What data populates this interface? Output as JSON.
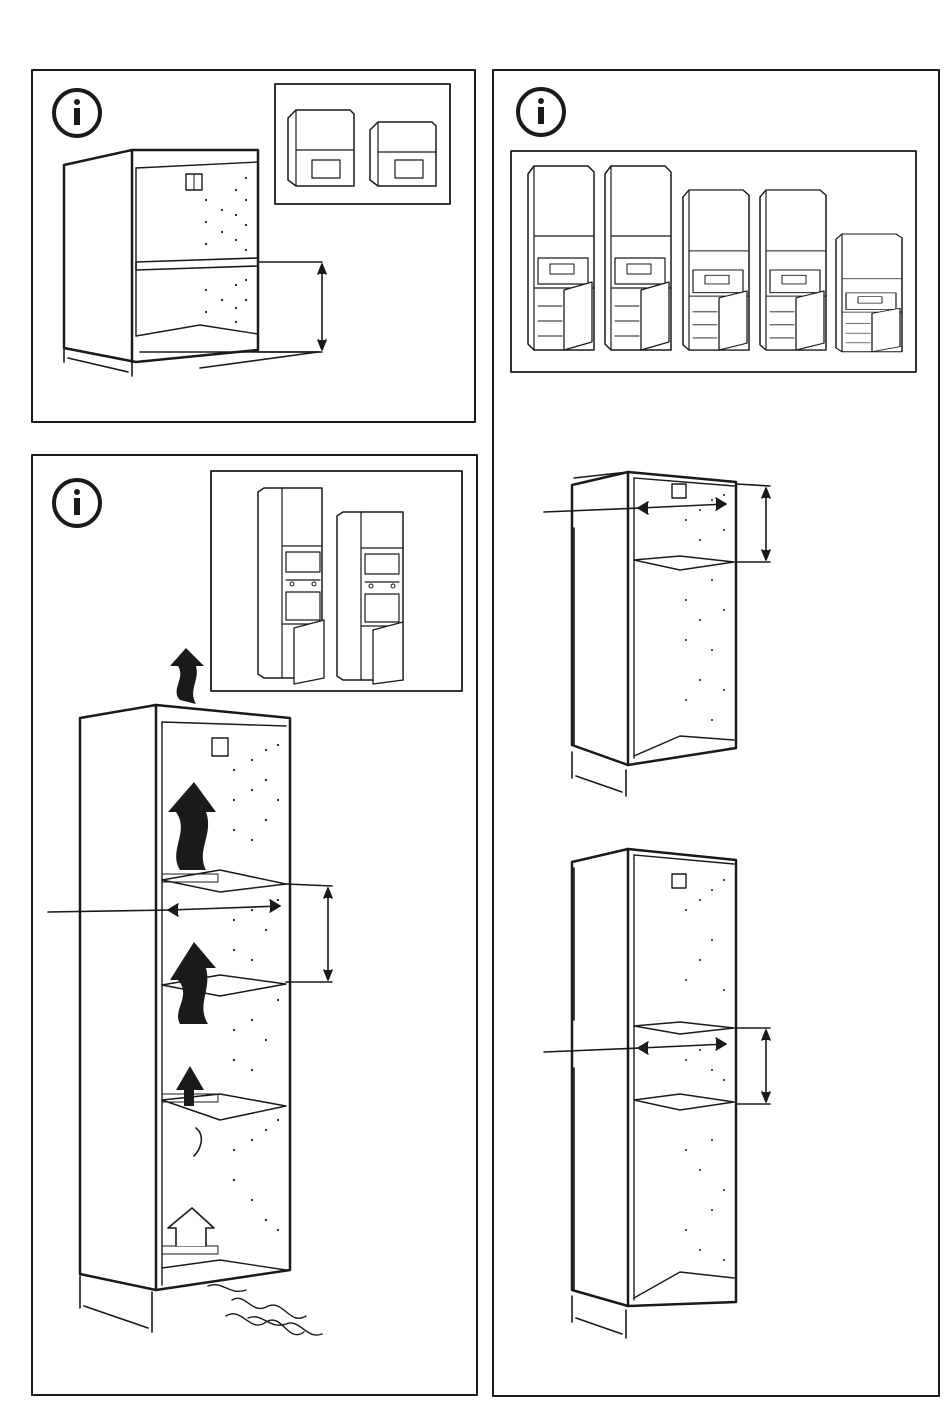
{
  "page": {
    "background": "#ffffff",
    "ink": "#1a1a1a"
  },
  "panels": [
    {
      "id": "microwave-wall-cabinet",
      "info_icon": "info-icon",
      "inset": "microwave-wall-cabinets-inset"
    },
    {
      "id": "high-cabinet-ventilation",
      "info_icon": "info-icon",
      "inset": "double-oven-high-cabinets-inset"
    },
    {
      "id": "high-cabinet-variants",
      "info_icon": "info-icon",
      "inset": "five-high-cabinets-inset"
    }
  ],
  "info_glyph": "i"
}
